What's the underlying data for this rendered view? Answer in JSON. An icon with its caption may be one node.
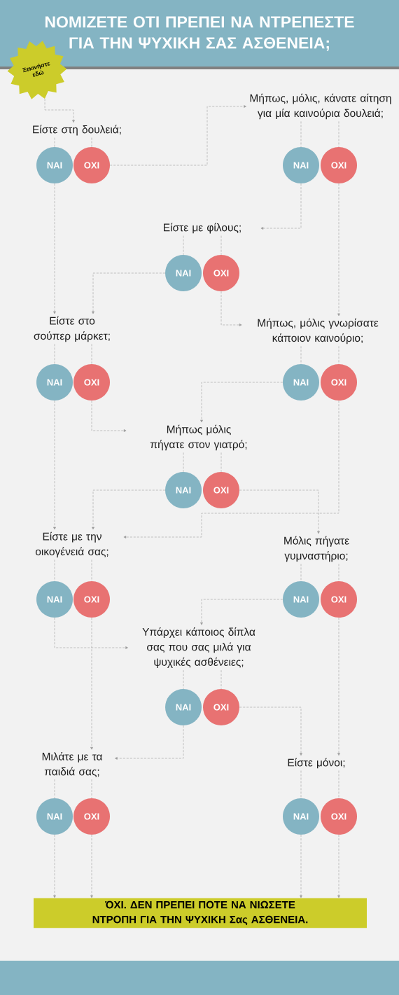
{
  "diagram": {
    "title": "ΝΟΜΙΖΕΤΕ ΟΤΙ ΠΡΕΠΕΙ ΝΑ ΝΤΡΕΠΕΣΤΕ ΓΙΑ ΤΗΝ ΨΥΧΙΚΗ ΣΑΣ ΑΣΘΕΝΕΙΑ;",
    "nodes": [
      {
        "text": [
          "Ξεκινήστε εδώ"
        ]
      },
      {
        "text": [
          "Είστε στη δουλειά;"
        ]
      },
      {
        "text": [
          "ΝΑΙ"
        ]
      },
      {
        "text": [
          "ΟΧΙ"
        ]
      },
      {
        "text": [
          "Μήπως, μόλις, κάνατε αίτηση για μία καινούρια δουλειά;"
        ]
      },
      {
        "text": [
          "ΝΑΙ"
        ]
      },
      {
        "text": [
          "ΟΧΙ"
        ]
      },
      {
        "text": [
          "Είστε με φίλους;"
        ]
      },
      {
        "text": [
          "ΝΑΙ"
        ]
      },
      {
        "text": [
          "ΟΧΙ"
        ]
      },
      {
        "text": [
          "Είστε στο σούπερ μάρκετ;"
        ]
      },
      {
        "text": [
          "ΝΑΙ"
        ]
      },
      {
        "text": [
          "ΟΧΙ"
        ]
      },
      {
        "text": [
          "Μήπως, μόλις γνωρίσατε κάποιον καινούριο;"
        ]
      },
      {
        "text": [
          "ΝΑΙ"
        ]
      },
      {
        "text": [
          "ΟΧΙ"
        ]
      },
      {
        "text": [
          "Μήπως μόλις πήγατε στον γιατρό;"
        ]
      },
      {
        "text": [
          "ΝΑΙ"
        ]
      },
      {
        "text": [
          "ΟΧΙ"
        ]
      },
      {
        "text": [
          "Είστε με την οικογένειά σας;"
        ]
      },
      {
        "text": [
          "Μόλις πήγατε γυμναστήριο;"
        ]
      },
      {
        "text": [
          "ΝΑΙ"
        ]
      },
      {
        "text": [
          "ΟΧΙ"
        ]
      },
      {
        "text": [
          "ΝΑΙ"
        ]
      },
      {
        "text": [
          "ΟΧΙ"
        ]
      },
      {
        "text": [
          "Υπάρχει κάποιος δίπλα σας που σας μιλά για ψυχικές ασθένειες;"
        ]
      },
      {
        "text": [
          "ΝΑΙ"
        ]
      },
      {
        "text": [
          "ΟΧΙ"
        ]
      },
      {
        "text": [
          "Μιλάτε με τα παιδιά σας;"
        ]
      },
      {
        "text": [
          "Είστε μόνοι;"
        ]
      },
      {
        "text": [
          "ΝΑΙ"
        ]
      },
      {
        "text": [
          "ΟΧΙ"
        ]
      },
      {
        "text": [
          "ΝΑΙ"
        ]
      },
      {
        "text": [
          "ΟΧΙ"
        ]
      },
      {
        "text": [
          "ΌΧΙ. ΔΕΝ ΠΡΕΠΕΙ ΠΟΤΕ ΝΑ ΝΙΩΣΕΤΕ ΝΤΡΟΠΗ ΓΙΑ ΤΗΝ ΨΥΧΙΚΗ Σας ΑΣΘΕΝΕΙΑ."
        ]
      }
    ],
    "edges": [
      {
        "from": 0,
        "to": 1,
        "arrow": "to"
      },
      {
        "from": 1,
        "to": 2,
        "arrow": "none"
      },
      {
        "from": 1,
        "to": 3,
        "arrow": "none"
      },
      {
        "from": 3,
        "to": 4,
        "arrow": "to"
      },
      {
        "from": 4,
        "to": 5,
        "arrow": "none"
      },
      {
        "from": 4,
        "to": 6,
        "arrow": "none"
      },
      {
        "from": 2,
        "to": 10,
        "arrow": "to"
      },
      {
        "from": 5,
        "to": 7,
        "arrow": "to"
      },
      {
        "from": 6,
        "to": 13,
        "arrow": "to"
      },
      {
        "from": 7,
        "to": 8,
        "arrow": "none"
      },
      {
        "from": 7,
        "to": 9,
        "arrow": "none"
      },
      {
        "from": 8,
        "to": 10,
        "arrow": "to"
      },
      {
        "from": 9,
        "to": 13,
        "arrow": "to"
      },
      {
        "from": 10,
        "to": 11,
        "arrow": "none"
      },
      {
        "from": 10,
        "to": 12,
        "arrow": "none"
      },
      {
        "from": 13,
        "to": 14,
        "arrow": "none"
      },
      {
        "from": 13,
        "to": 15,
        "arrow": "none"
      },
      {
        "from": 12,
        "to": 16,
        "arrow": "to"
      },
      {
        "from": 14,
        "to": 16,
        "arrow": "to"
      },
      {
        "from": 11,
        "to": 19,
        "arrow": "to"
      },
      {
        "from": 16,
        "to": 17,
        "arrow": "none"
      },
      {
        "from": 16,
        "to": 18,
        "arrow": "none"
      },
      {
        "from": 17,
        "to": 19,
        "arrow": "to"
      },
      {
        "from": 18,
        "to": 20,
        "arrow": "to"
      },
      {
        "from": 15,
        "to": 19,
        "arrow": "to"
      },
      {
        "from": 19,
        "to": 21,
        "arrow": "none"
      },
      {
        "from": 19,
        "to": 22,
        "arrow": "none"
      },
      {
        "from": 20,
        "to": 23,
        "arrow": "none"
      },
      {
        "from": 20,
        "to": 24,
        "arrow": "none"
      },
      {
        "from": 21,
        "to": 25,
        "arrow": "to"
      },
      {
        "from": 23,
        "to": 25,
        "arrow": "to"
      },
      {
        "from": 22,
        "to": 28,
        "arrow": "to"
      },
      {
        "from": 24,
        "to": 29,
        "arrow": "to"
      },
      {
        "from": 25,
        "to": 26,
        "arrow": "none"
      },
      {
        "from": 25,
        "to": 27,
        "arrow": "none"
      },
      {
        "from": 26,
        "to": 28,
        "arrow": "to"
      },
      {
        "from": 27,
        "to": 29,
        "arrow": "to"
      },
      {
        "from": 28,
        "to": 30,
        "arrow": "none"
      },
      {
        "from": 28,
        "to": 31,
        "arrow": "none"
      },
      {
        "from": 29,
        "to": 32,
        "arrow": "none"
      },
      {
        "from": 29,
        "to": 33,
        "arrow": "none"
      },
      {
        "from": 30,
        "to": 34,
        "arrow": "to"
      },
      {
        "from": 31,
        "to": 34,
        "arrow": "to"
      },
      {
        "from": 32,
        "to": 34,
        "arrow": "to"
      },
      {
        "from": 33,
        "to": 34,
        "arrow": "to"
      }
    ]
  }
}
